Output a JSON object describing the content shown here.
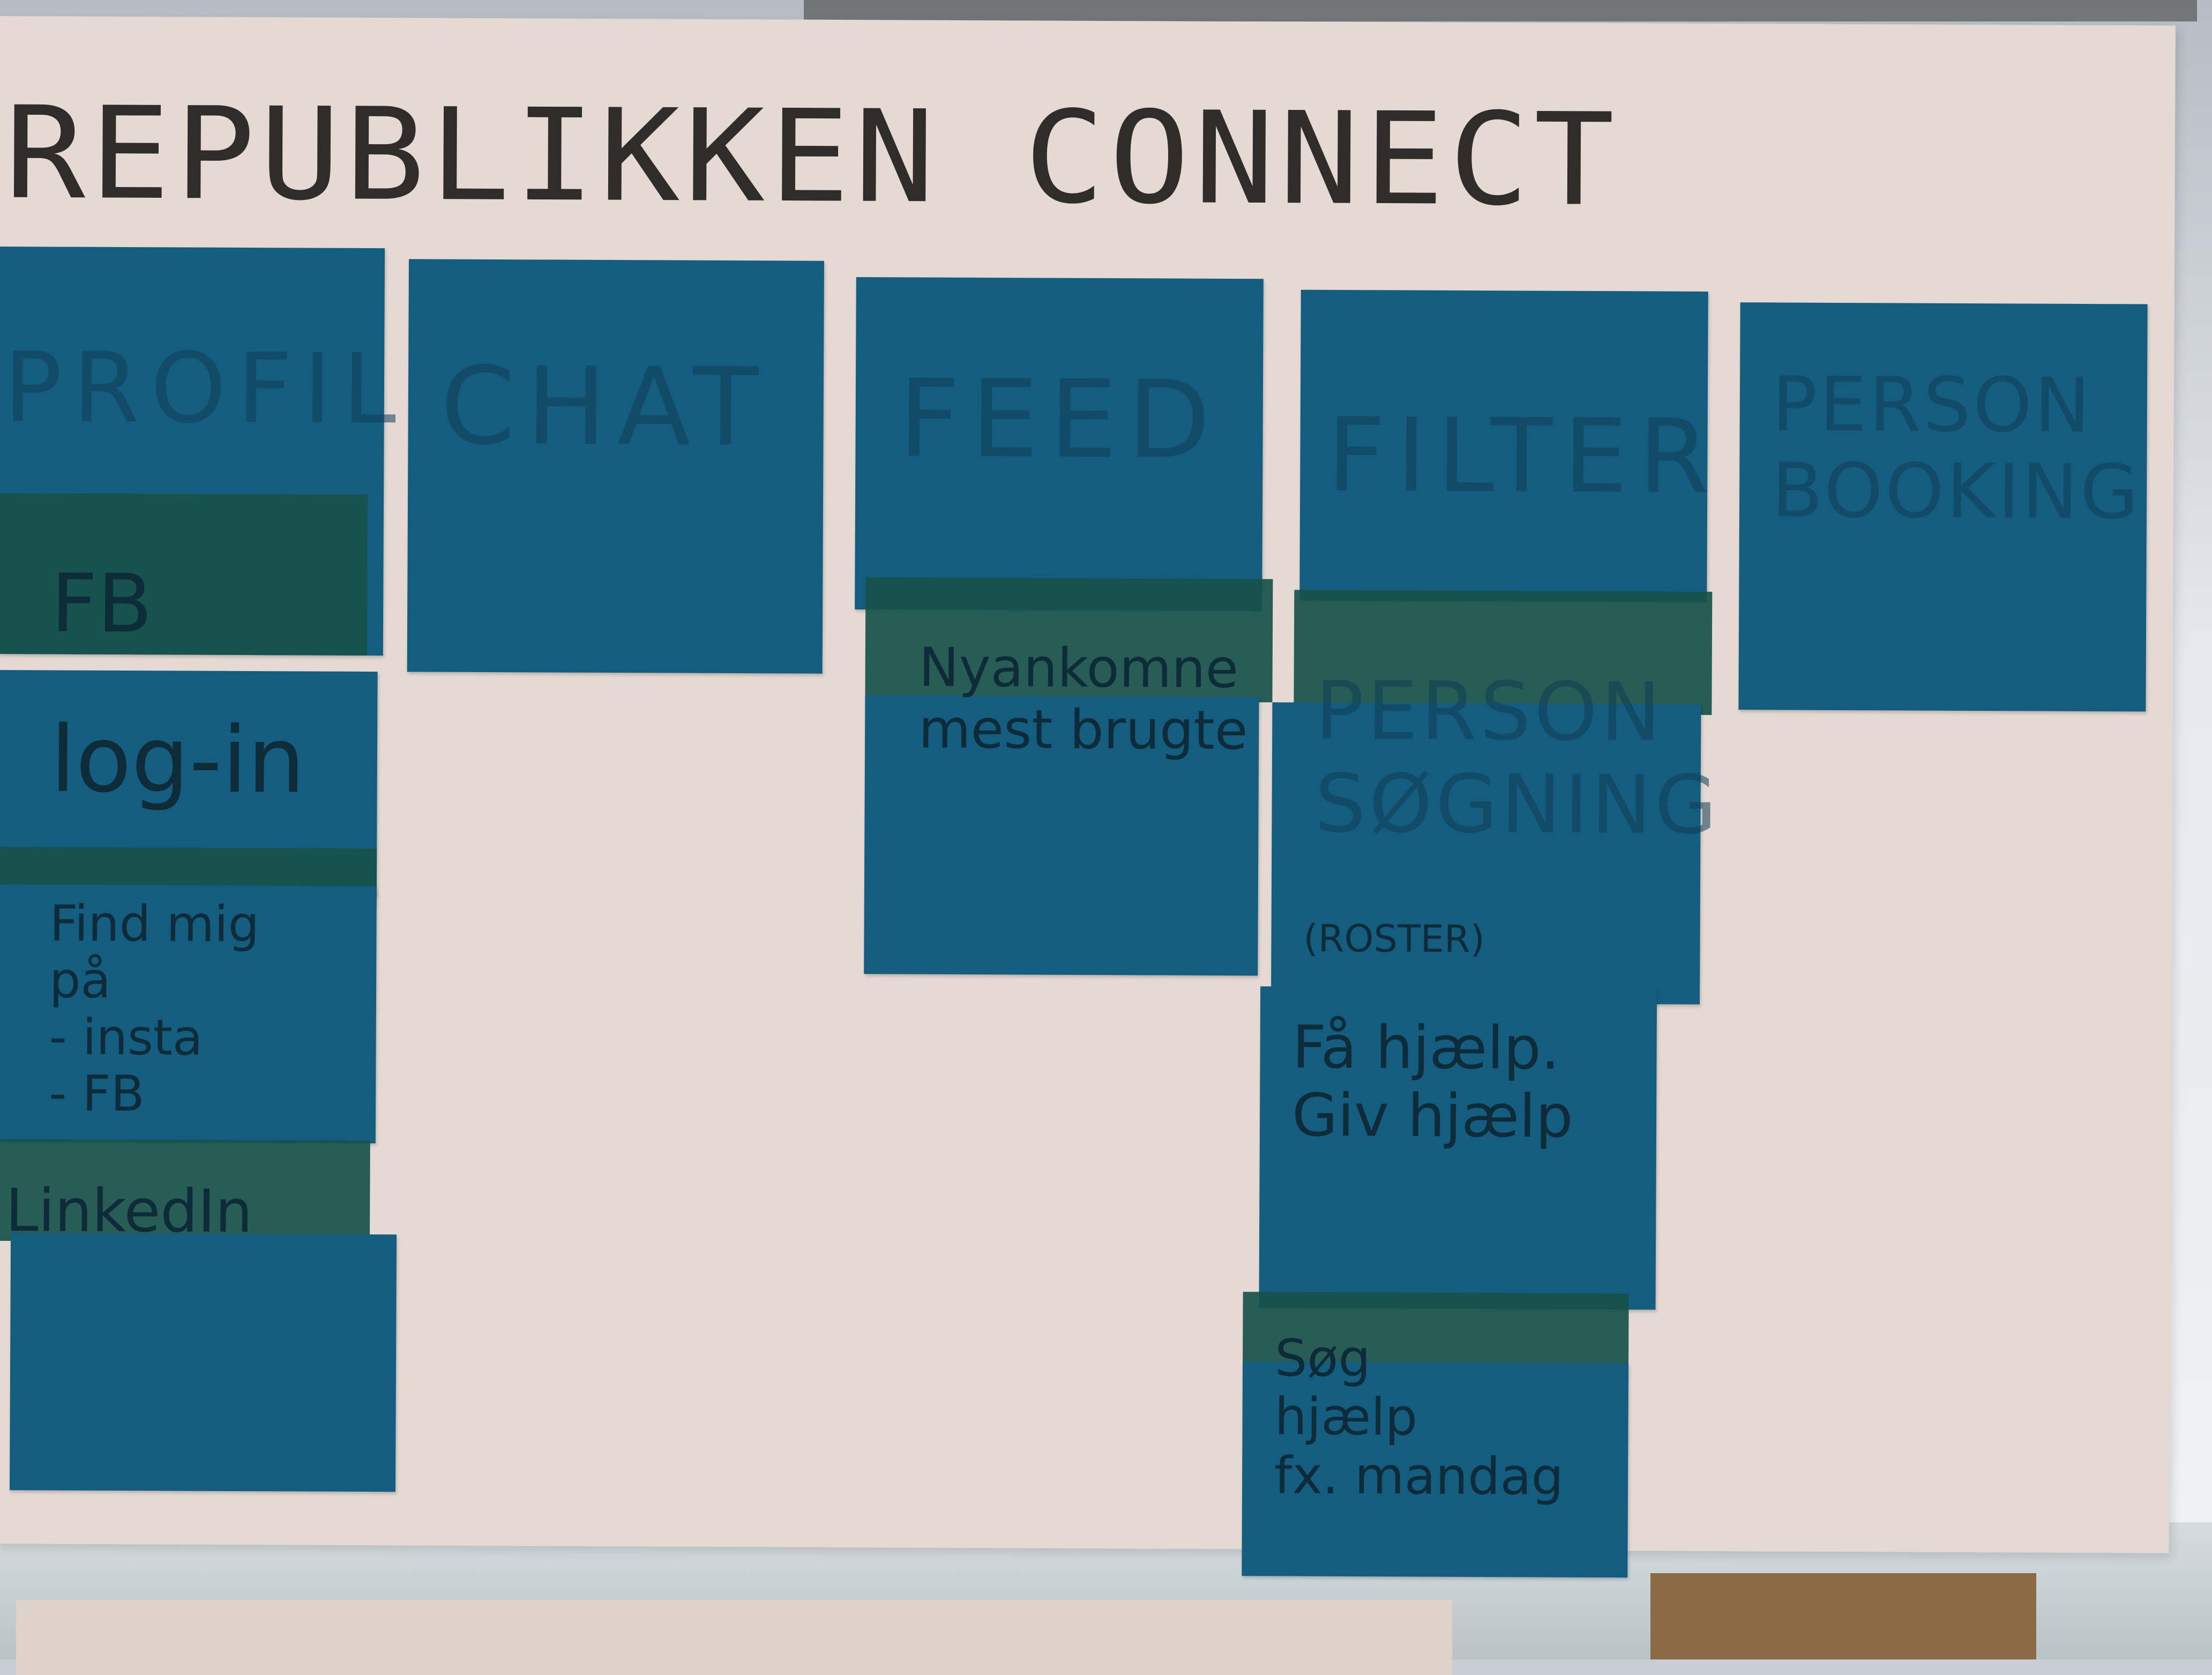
{
  "board": {
    "title": "REPUBLIKKEN CONNECT"
  },
  "columns": [
    {
      "header": "PROFIL",
      "cards": [
        "FB",
        "log-in",
        "Find mig\npå\n- insta\n- FB",
        "LinkedIn"
      ]
    },
    {
      "header": "CHAT",
      "cards": []
    },
    {
      "header": "FEED",
      "cards": [
        "Nyankomne\nmest brugte"
      ]
    },
    {
      "header": "FILTER",
      "cards": [
        "PERSON SØGNING",
        "(ROSTER)",
        "Få hjælp.\nGiv hjælp",
        "Søg\nhjælp\nfx. mandag"
      ]
    },
    {
      "header": "PERSON BOOKING",
      "cards": []
    }
  ],
  "colors": {
    "note": "#155d80",
    "tape": "#17524a",
    "paper": "#e4d9d3",
    "ink": "#2f2d2b"
  }
}
